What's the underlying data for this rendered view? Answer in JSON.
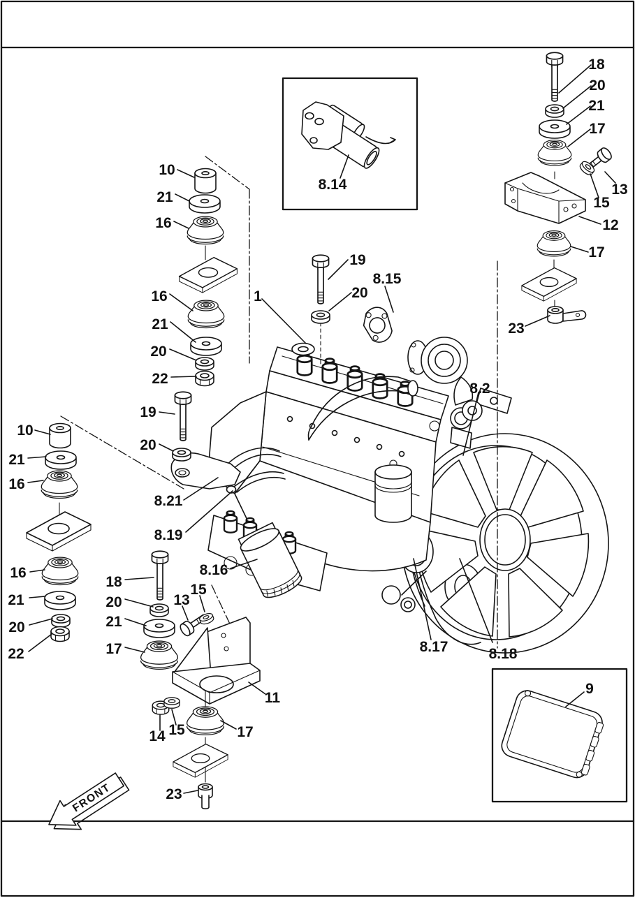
{
  "drawing": {
    "front_marker": "FRONT",
    "callouts": {
      "upper_right": {
        "bolt": "18",
        "bolt_washer": "20",
        "washer_plate": "21",
        "mount": "17",
        "side_bolt": "13",
        "side_washer": "15",
        "bracket": "12",
        "lower_mount": "17",
        "fitting": "23"
      },
      "top_inset": {
        "shutoff_solenoid": "8.14"
      },
      "upper_left": {
        "spacer": "10",
        "washer_plate": "21",
        "mount": "16"
      },
      "mid_left": {
        "mount": "16",
        "washer_plate": "21",
        "washer": "20",
        "nut": "22",
        "bolt": "19",
        "bolt_washer": "20"
      },
      "far_left": {
        "spacer": "10",
        "washer_plate_upper": "21",
        "mount_upper": "16",
        "mount_lower": "16",
        "washer_plate_lower": "21",
        "washer": "20",
        "nut": "22"
      },
      "center": {
        "engine": "1",
        "bolt": "19",
        "bolt_washer": "20",
        "gasket": "8.15",
        "oil_filler_cap": "8.2",
        "fuel_pipe": "8.21",
        "fuel_filter": "8.19",
        "oil_filter": "8.16",
        "pulley": "8.17",
        "fan": "8.18"
      },
      "lower_left": {
        "bolt": "18",
        "bolt_washer": "20",
        "side_bolt": "13",
        "side_washer": "15",
        "washer_plate": "21",
        "mount": "17",
        "bracket": "11",
        "nut": "14",
        "lower_washer": "15",
        "lower_mount": "17",
        "fitting": "23"
      },
      "bottom_inset": {
        "control_unit": "9"
      }
    }
  }
}
